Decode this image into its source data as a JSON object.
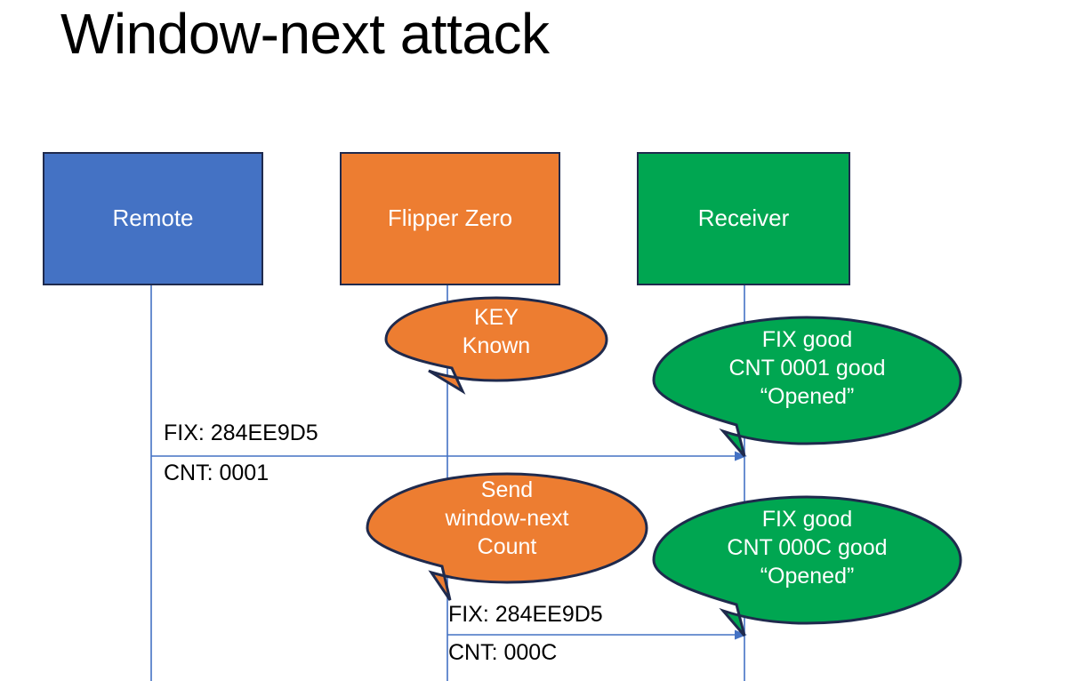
{
  "slide": {
    "title": "Window-next attack",
    "background_color": "#FFFFFF",
    "title_color": "#000000"
  },
  "palette": {
    "remote_fill": "#4472C4",
    "flipper_fill": "#ED7D31",
    "receiver_fill": "#00A651",
    "outline": "#1F2A4D",
    "lifeline": "#4472C4",
    "arrow": "#4472C4",
    "bubble_text": "#FFFFFF",
    "message_text": "#000000"
  },
  "actors": [
    {
      "id": "remote",
      "label": "Remote",
      "fill": "#4472C4"
    },
    {
      "id": "flipper",
      "label": "Flipper Zero",
      "fill": "#ED7D31"
    },
    {
      "id": "receiver",
      "label": "Receiver",
      "fill": "#00A651"
    }
  ],
  "bubbles": [
    {
      "id": "key-known",
      "owner": "flipper",
      "fill": "#ED7D31",
      "lines": [
        "KEY",
        "Known"
      ],
      "text": "KEY\nKnown"
    },
    {
      "id": "receiver-verdict-1",
      "owner": "receiver",
      "fill": "#00A651",
      "lines": [
        "FIX good",
        "CNT 0001 good",
        "“Opened”"
      ],
      "text": "FIX good\nCNT 0001 good\n“Opened”"
    },
    {
      "id": "send-window-next",
      "owner": "flipper",
      "fill": "#ED7D31",
      "lines": [
        "Send",
        "window-next",
        "Count"
      ],
      "text": "Send\nwindow-next\nCount"
    },
    {
      "id": "receiver-verdict-2",
      "owner": "receiver",
      "fill": "#00A651",
      "lines": [
        "FIX good",
        "CNT 000C good",
        "“Opened”"
      ],
      "text": "FIX good\nCNT 000C good\n“Opened”"
    }
  ],
  "messages": [
    {
      "id": "msg-1",
      "from": "remote",
      "to": "receiver",
      "fix_label": "FIX: 284EE9D5",
      "cnt_label": "CNT: 0001"
    },
    {
      "id": "msg-2",
      "from": "flipper",
      "to": "receiver",
      "fix_label": "FIX: 284EE9D5",
      "cnt_label": "CNT: 000C"
    }
  ]
}
